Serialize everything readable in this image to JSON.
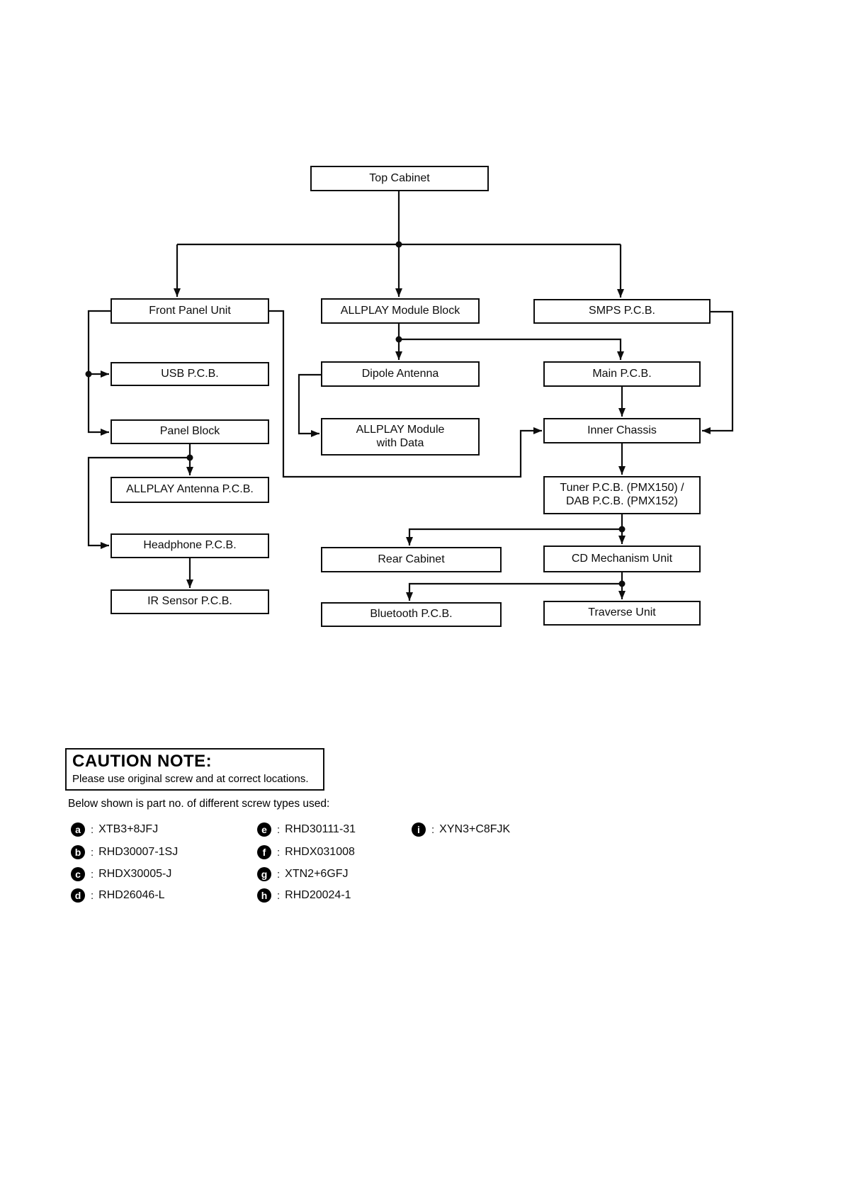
{
  "diagram": {
    "nodes": {
      "top_cabinet": {
        "label": "Top Cabinet"
      },
      "front_panel_unit": {
        "label": "Front Panel Unit"
      },
      "allplay_module_block": {
        "label": "ALLPLAY Module Block"
      },
      "smps_pcb": {
        "label": "SMPS P.C.B."
      },
      "usb_pcb": {
        "label": "USB P.C.B."
      },
      "dipole_antenna": {
        "label": "Dipole Antenna"
      },
      "main_pcb": {
        "label": "Main P.C.B."
      },
      "panel_block": {
        "label": "Panel Block"
      },
      "allplay_module_with_data": {
        "label": "ALLPLAY Module",
        "label2": "with Data"
      },
      "inner_chassis": {
        "label": "Inner Chassis"
      },
      "allplay_antenna_pcb": {
        "label": "ALLPLAY Antenna P.C.B."
      },
      "tuner_dab_pcb": {
        "label": "Tuner P.C.B. (PMX150) /",
        "label2": "DAB P.C.B. (PMX152)"
      },
      "headphone_pcb": {
        "label": "Headphone P.C.B."
      },
      "rear_cabinet": {
        "label": "Rear Cabinet"
      },
      "cd_mechanism_unit": {
        "label": "CD Mechanism Unit"
      },
      "ir_sensor_pcb": {
        "label": "IR Sensor P.C.B."
      },
      "bluetooth_pcb": {
        "label": "Bluetooth P.C.B."
      },
      "traverse_unit": {
        "label": "Traverse Unit"
      }
    },
    "line_color": "#0d0d0d"
  },
  "caution": {
    "title": "CAUTION NOTE:",
    "message": "Please use original screw and at correct locations.",
    "subtitle": "Below shown is part no. of different screw types used:"
  },
  "screws": {
    "separator": ":",
    "items": [
      {
        "letter": "a",
        "code": "XTB3+8JFJ"
      },
      {
        "letter": "b",
        "code": "RHD30007-1SJ"
      },
      {
        "letter": "c",
        "code": "RHDX30005-J"
      },
      {
        "letter": "d",
        "code": "RHD26046-L"
      },
      {
        "letter": "e",
        "code": "RHD30111-31"
      },
      {
        "letter": "f",
        "code": "RHDX031008"
      },
      {
        "letter": "g",
        "code": "XTN2+6GFJ"
      },
      {
        "letter": "h",
        "code": "RHD20024-1"
      },
      {
        "letter": "i",
        "code": "XYN3+C8FJK"
      }
    ]
  }
}
